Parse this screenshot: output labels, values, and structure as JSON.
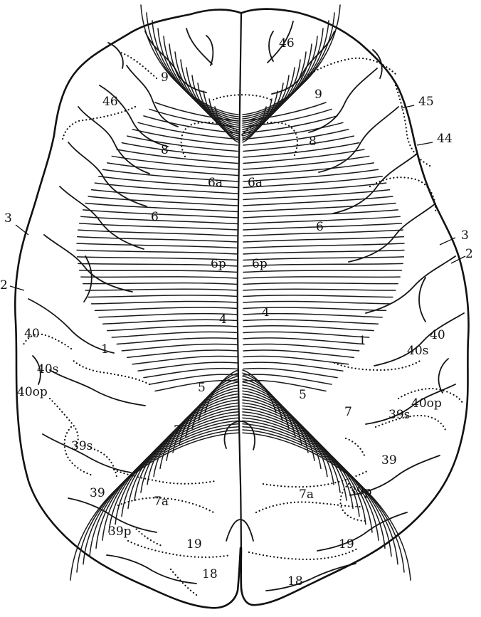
{
  "figure": {
    "labels": [
      {
        "id": "l46-top",
        "text": "46"
      },
      {
        "id": "l9-left",
        "text": "9"
      },
      {
        "id": "l9-right",
        "text": "9"
      },
      {
        "id": "l46-left",
        "text": "46"
      },
      {
        "id": "l45",
        "text": "45"
      },
      {
        "id": "l44",
        "text": "44"
      },
      {
        "id": "l8-left",
        "text": "8"
      },
      {
        "id": "l8-right",
        "text": "8"
      },
      {
        "id": "l6a-left",
        "text": "6a"
      },
      {
        "id": "l6a-right",
        "text": "6a"
      },
      {
        "id": "l6-left",
        "text": "6"
      },
      {
        "id": "l6-right",
        "text": "6"
      },
      {
        "id": "l3-left",
        "text": "3"
      },
      {
        "id": "l3-right",
        "text": "3"
      },
      {
        "id": "l2-left",
        "text": "2"
      },
      {
        "id": "l2-right",
        "text": "2"
      },
      {
        "id": "l6p-left",
        "text": "6p"
      },
      {
        "id": "l6p-right",
        "text": "6p"
      },
      {
        "id": "l4-left",
        "text": "4"
      },
      {
        "id": "l4-right",
        "text": "4"
      },
      {
        "id": "l40-left",
        "text": "40"
      },
      {
        "id": "l40-right",
        "text": "40"
      },
      {
        "id": "l1-left",
        "text": "1"
      },
      {
        "id": "l1-right",
        "text": "1"
      },
      {
        "id": "l40s-left",
        "text": "40s"
      },
      {
        "id": "l40s-right",
        "text": "40s"
      },
      {
        "id": "l40op-left",
        "text": "40op"
      },
      {
        "id": "l40op-right",
        "text": "40op"
      },
      {
        "id": "l5-left",
        "text": "5"
      },
      {
        "id": "l5-right",
        "text": "5"
      },
      {
        "id": "l7-left",
        "text": "7"
      },
      {
        "id": "l7-right",
        "text": "7"
      },
      {
        "id": "l39s-left",
        "text": "39s"
      },
      {
        "id": "l39s-right",
        "text": "39s"
      },
      {
        "id": "l39-left",
        "text": "39"
      },
      {
        "id": "l39-right",
        "text": "39"
      },
      {
        "id": "l7a-left",
        "text": "7a"
      },
      {
        "id": "l7a-right",
        "text": "7a"
      },
      {
        "id": "l39p-left",
        "text": "39p"
      },
      {
        "id": "l39p-right",
        "text": "39p"
      },
      {
        "id": "l19-left",
        "text": "19"
      },
      {
        "id": "l19-right",
        "text": "19"
      },
      {
        "id": "l18-left",
        "text": "18"
      },
      {
        "id": "l18-right",
        "text": "18"
      }
    ]
  }
}
